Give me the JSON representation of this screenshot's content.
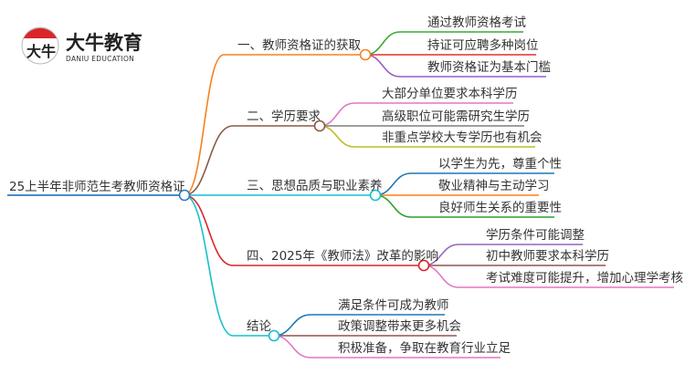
{
  "logo": {
    "cn": "大牛教育",
    "en": "DANIU EDUCATION",
    "mark": "大牛"
  },
  "root": {
    "label": "25上半年非师范生考教师资格证",
    "color": "#2f7bbf"
  },
  "branches": [
    {
      "label": "一、教师资格证的获取",
      "color": "#f5821f",
      "leaves": [
        {
          "label": "通过教师资格考试",
          "color": "#3aaa35"
        },
        {
          "label": "持证可应聘多种岗位",
          "color": "#e0302c"
        },
        {
          "label": "教师资格证为基本门槛",
          "color": "#9b59c6"
        }
      ]
    },
    {
      "label": "二、学历要求",
      "color": "#8a5a44",
      "leaves": [
        {
          "label": "大部分单位要求本科学历",
          "color": "#e377c2"
        },
        {
          "label": "高级职位可能需研究生学历",
          "color": "#7f7f7f"
        },
        {
          "label": "非重点学校大专学历也有机会",
          "color": "#bcbd22"
        }
      ]
    },
    {
      "label": "三、思想品质与职业素养",
      "color": "#17becf",
      "leaves": [
        {
          "label": "以学生为先，尊重个性",
          "color": "#1f77b4"
        },
        {
          "label": "敬业精神与主动学习",
          "color": "#ff7f0e"
        },
        {
          "label": "良好师生关系的重要性",
          "color": "#2ca02c"
        }
      ]
    },
    {
      "label": "四、2025年《教师法》改革的影响",
      "color": "#d62728",
      "leaves": [
        {
          "label": "学历条件可能调整",
          "color": "#9467bd"
        },
        {
          "label": "初中教师要求本科学历",
          "color": "#8c564b"
        },
        {
          "label": "考试难度可能提升，增加心理学考核",
          "color": "#e377c2"
        }
      ]
    },
    {
      "label": "结论",
      "color": "#17becf",
      "leaves": [
        {
          "label": "满足条件可成为教师",
          "color": "#1f77b4"
        },
        {
          "label": "政策调整带来更多机会",
          "color": "#8c564b"
        },
        {
          "label": "积极准备，争取在教育行业立足",
          "color": "#e377c2"
        }
      ]
    }
  ]
}
